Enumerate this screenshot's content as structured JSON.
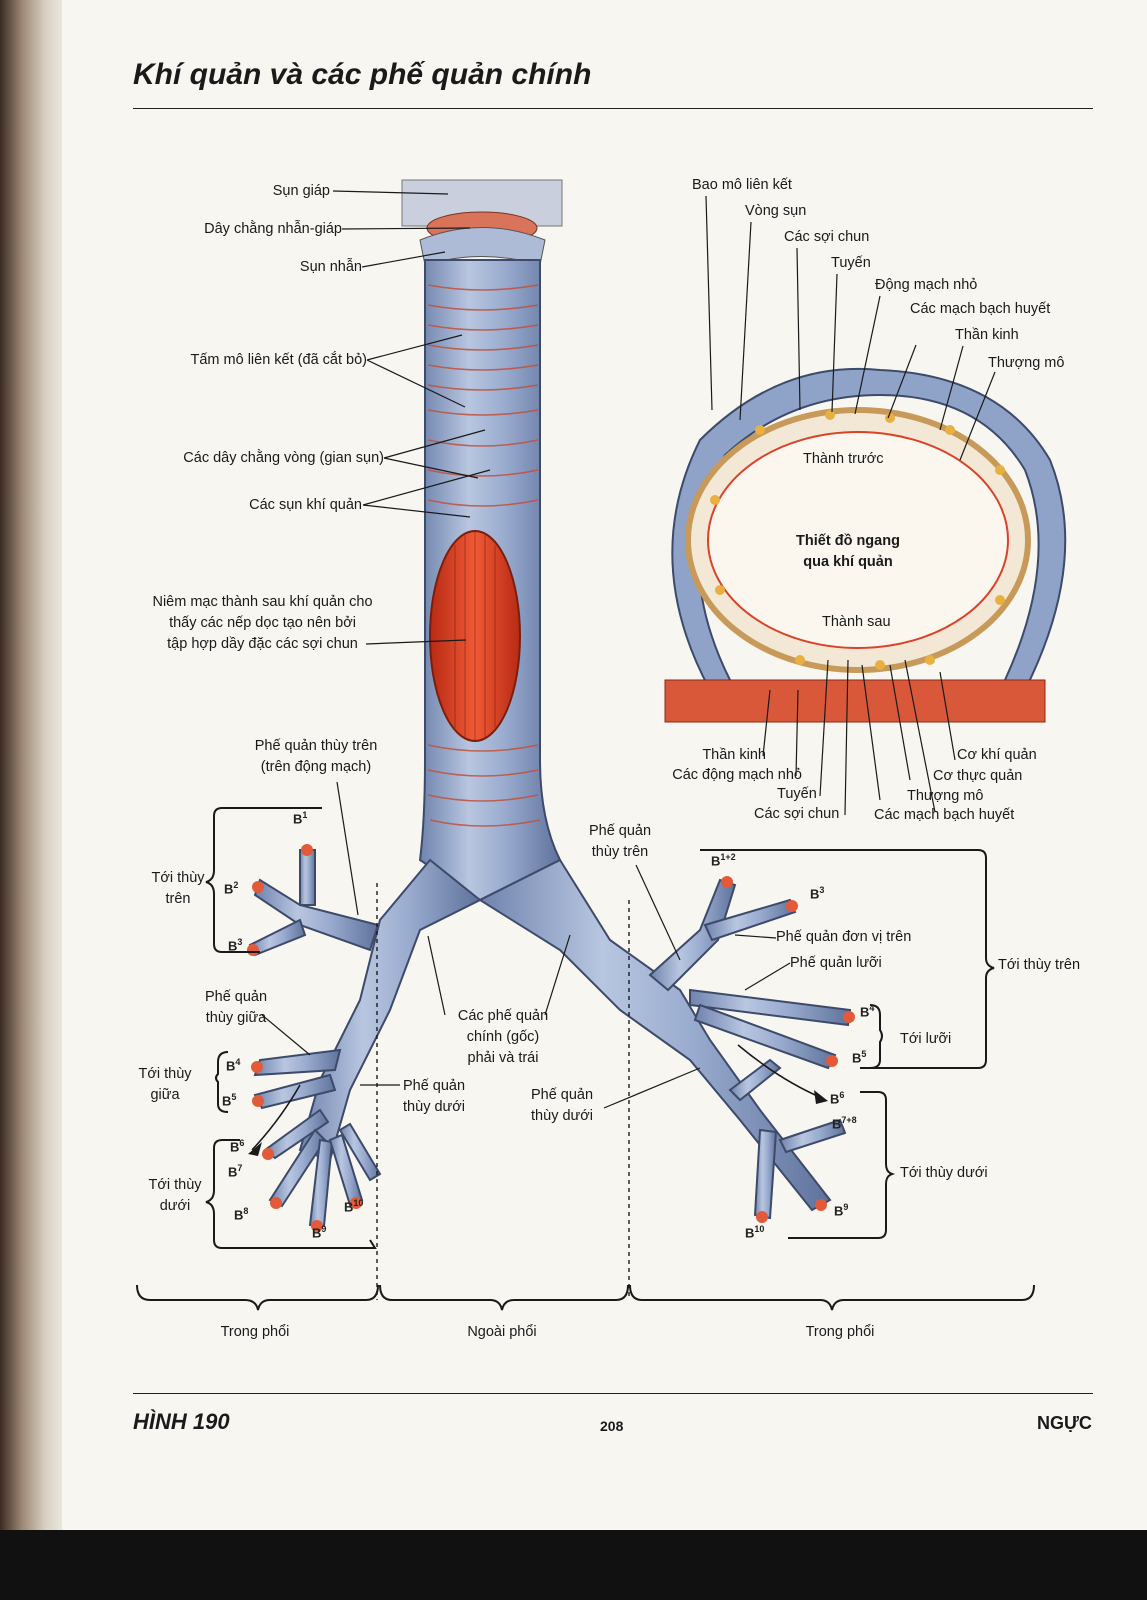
{
  "title": "Khí quản và các phế quản chính",
  "trachea_labels": {
    "sun_giap": "Sụn giáp",
    "day_chang_nhan_giap": "Dây chằng nhẫn-giáp",
    "sun_nhan": "Sụn nhẫn",
    "tam_mo": "Tấm mô liên kết (đã cắt bỏ)",
    "day_chang_vong": "Các dây chằng vòng (gian sụn)",
    "sun_khi_quan": "Các sụn khí quản",
    "niem_mac_1": "Niêm mạc thành sau khí quản cho",
    "niem_mac_2": "thấy các nếp dọc tạo nên bởi",
    "niem_mac_3": "tập hợp dầy đặc các sợi chun",
    "pq_thuy_tren_1": "Phế quản thùy trên",
    "pq_thuy_tren_2": "(trên động mạch)"
  },
  "section_labels": {
    "bao_mo": "Bao mô liên kết",
    "vong_sun": "Vòng sụn",
    "soi_chun": "Các sợi chun",
    "tuyen": "Tuyến",
    "dong_mach_nho": "Động mạch nhỏ",
    "mach_bach_huyet": "Các mạch bạch huyết",
    "than_kinh": "Thần kinh",
    "thuong_mo": "Thượng mô",
    "thanh_truoc": "Thành trước",
    "center_1": "Thiết đồ ngang",
    "center_2": "qua khí quản",
    "thanh_sau": "Thành sau",
    "b_than_kinh": "Thần kinh",
    "b_dong_mach": "Các động mạch nhỏ",
    "b_tuyen": "Tuyến",
    "b_soi_chun": "Các sợi chun",
    "co_khi_quan": "Cơ khí quản",
    "co_thuc_quan": "Cơ thực quản",
    "b_thuong_mo": "Thượng mô",
    "b_mach_bach_huyet": "Các mạch bạch huyết"
  },
  "bronchi_labels": {
    "toi_thuy_tren_l1": "Tới thùy",
    "toi_thuy_tren_l2": "trên",
    "pq_thuy_giua_1": "Phế quản",
    "pq_thuy_giua_2": "thùy giữa",
    "toi_thuy_giua_1": "Tới thùy",
    "toi_thuy_giua_2": "giữa",
    "toi_thuy_duoi_1": "Tới thùy",
    "toi_thuy_duoi_2": "dưới",
    "pq_thuy_duoi_l1": "Phế quản",
    "pq_thuy_duoi_l2": "thùy dưới",
    "cac_pq_chinh_1": "Các phế quản",
    "cac_pq_chinh_2": "chính (gốc)",
    "cac_pq_chinh_3": "phải và trái",
    "pq_thuy_duoi_r1": "Phế quản",
    "pq_thuy_duoi_r2": "thùy dưới",
    "pq_thuy_tren_r1": "Phế quản",
    "pq_thuy_tren_r2": "thùy trên",
    "pq_don_vi_tren": "Phế quản đơn vị trên",
    "pq_luoi": "Phế quản lưỡi",
    "toi_thuy_tren_r": "Tới thùy trên",
    "toi_luoi": "Tới lưỡi",
    "toi_thuy_duoi_r": "Tới thùy dưới",
    "trong_phoi_l": "Trong phổi",
    "ngoai_phoi": "Ngoài phổi",
    "trong_phoi_r": "Trong phổi"
  },
  "segments": {
    "b1": "1",
    "b2": "2",
    "b3l": "3",
    "b4l": "4",
    "b5l": "5",
    "b6l": "6",
    "b7l": "7",
    "b8l": "8",
    "b9l": "9",
    "b10l": "10",
    "b12": "1+2",
    "b3r": "3",
    "b4r": "4",
    "b5r": "5",
    "b6r": "6",
    "b78": "7+8",
    "b9r": "9",
    "b10r": "10",
    "prefix": "B"
  },
  "footer": {
    "figure": "HÌNH 190",
    "page": "208",
    "chapter": "NGỰC"
  },
  "colors": {
    "cartilage": "#8fa3c8",
    "mucosa": "#d8432a",
    "muscle": "#e06a3e"
  }
}
